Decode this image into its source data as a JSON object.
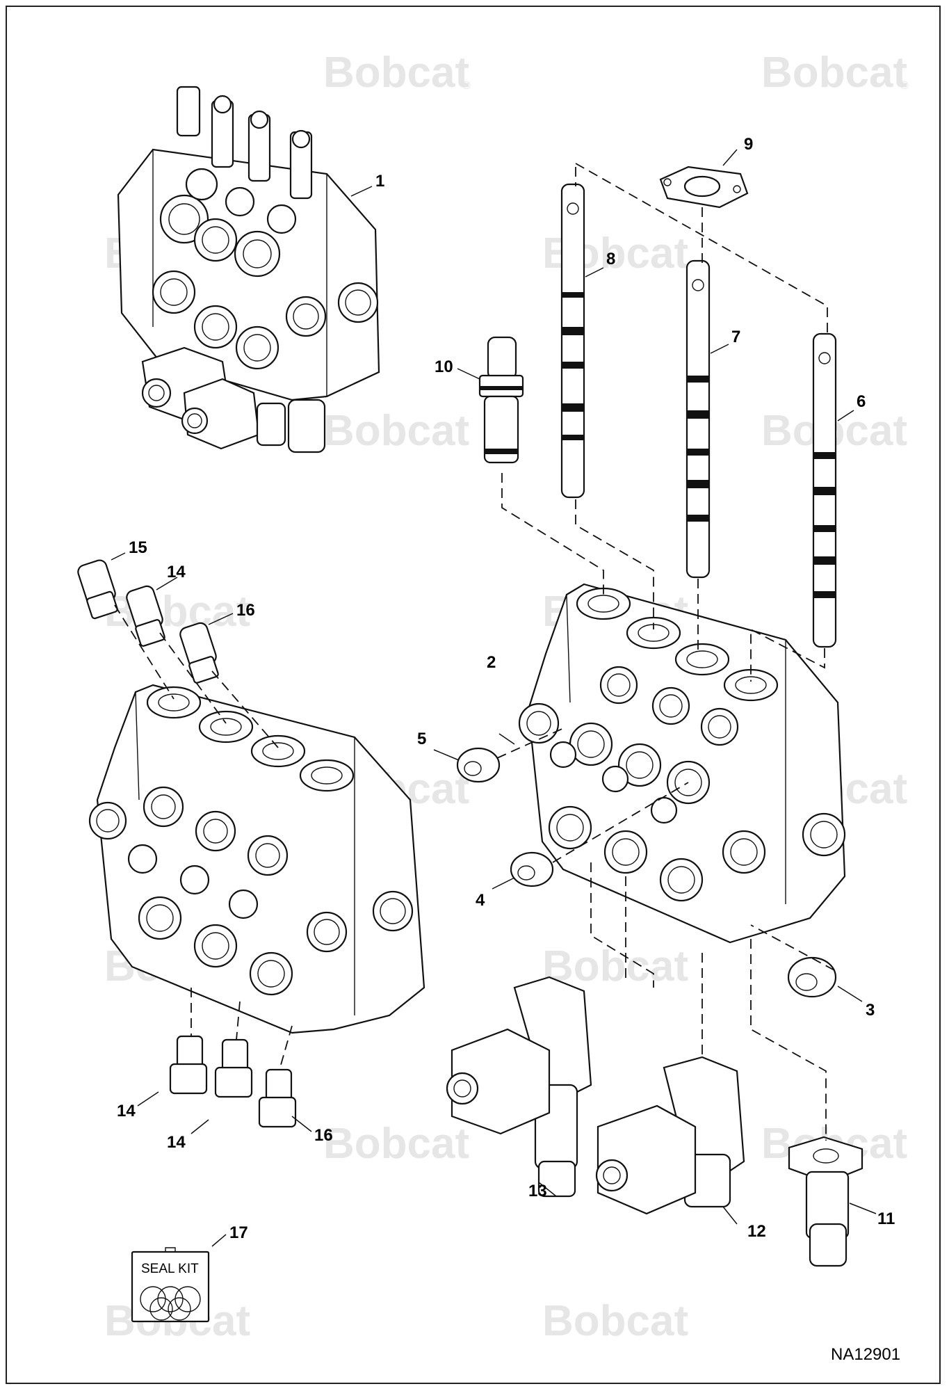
{
  "figure_id": "NA12901",
  "watermark": {
    "brand": "Bobcat",
    "mark": "®"
  },
  "callouts": [
    {
      "id": "1",
      "label": "1"
    },
    {
      "id": "2",
      "label": "2"
    },
    {
      "id": "3",
      "label": "3"
    },
    {
      "id": "4",
      "label": "4"
    },
    {
      "id": "5",
      "label": "5"
    },
    {
      "id": "6",
      "label": "6"
    },
    {
      "id": "7",
      "label": "7"
    },
    {
      "id": "8",
      "label": "8"
    },
    {
      "id": "9",
      "label": "9"
    },
    {
      "id": "10",
      "label": "10"
    },
    {
      "id": "11",
      "label": "11"
    },
    {
      "id": "12",
      "label": "12"
    },
    {
      "id": "13",
      "label": "13"
    },
    {
      "id": "14a",
      "label": "14"
    },
    {
      "id": "14b",
      "label": "14"
    },
    {
      "id": "14c",
      "label": "14"
    },
    {
      "id": "15",
      "label": "15"
    },
    {
      "id": "16a",
      "label": "16"
    },
    {
      "id": "16b",
      "label": "16"
    },
    {
      "id": "17",
      "label": "17"
    }
  ],
  "seal_kit": {
    "label": "SEAL KIT"
  }
}
